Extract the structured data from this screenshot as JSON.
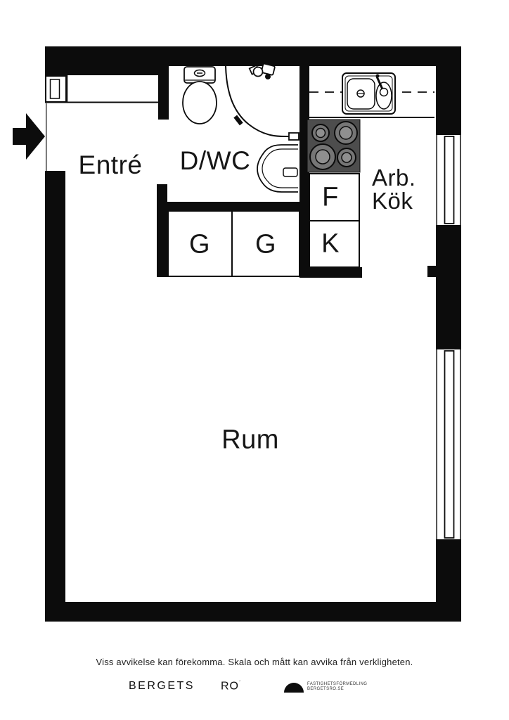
{
  "floor_plan": {
    "room_labels": {
      "entre": "Entré",
      "shower_wc": "D/WC",
      "main_room": "Rum",
      "kitchen_line1": "Arb.",
      "kitchen_line2": "Kök"
    },
    "fixture_labels": {
      "wardrobe_left": "G",
      "wardrobe_right": "G",
      "fridge": "F",
      "cabinet": "K"
    }
  },
  "footer": {
    "disclaimer": "Viss avvikelse kan förekomma. Skala och mått kan avvika från verkligheten.",
    "brand_primary": "BERGETS",
    "brand_secondary": "RO",
    "brand_mark": "´",
    "agency_line1": "FASTIGHETSFÖRMEDLING",
    "agency_line2": "BERGETSRO.SE"
  },
  "colors": {
    "wall": "#0c0c0c",
    "background": "#ffffff",
    "stove_top": "#4d4d4d",
    "burner_ring": "#767676",
    "burner_center": "#8f8f8f",
    "text": "#161616"
  }
}
